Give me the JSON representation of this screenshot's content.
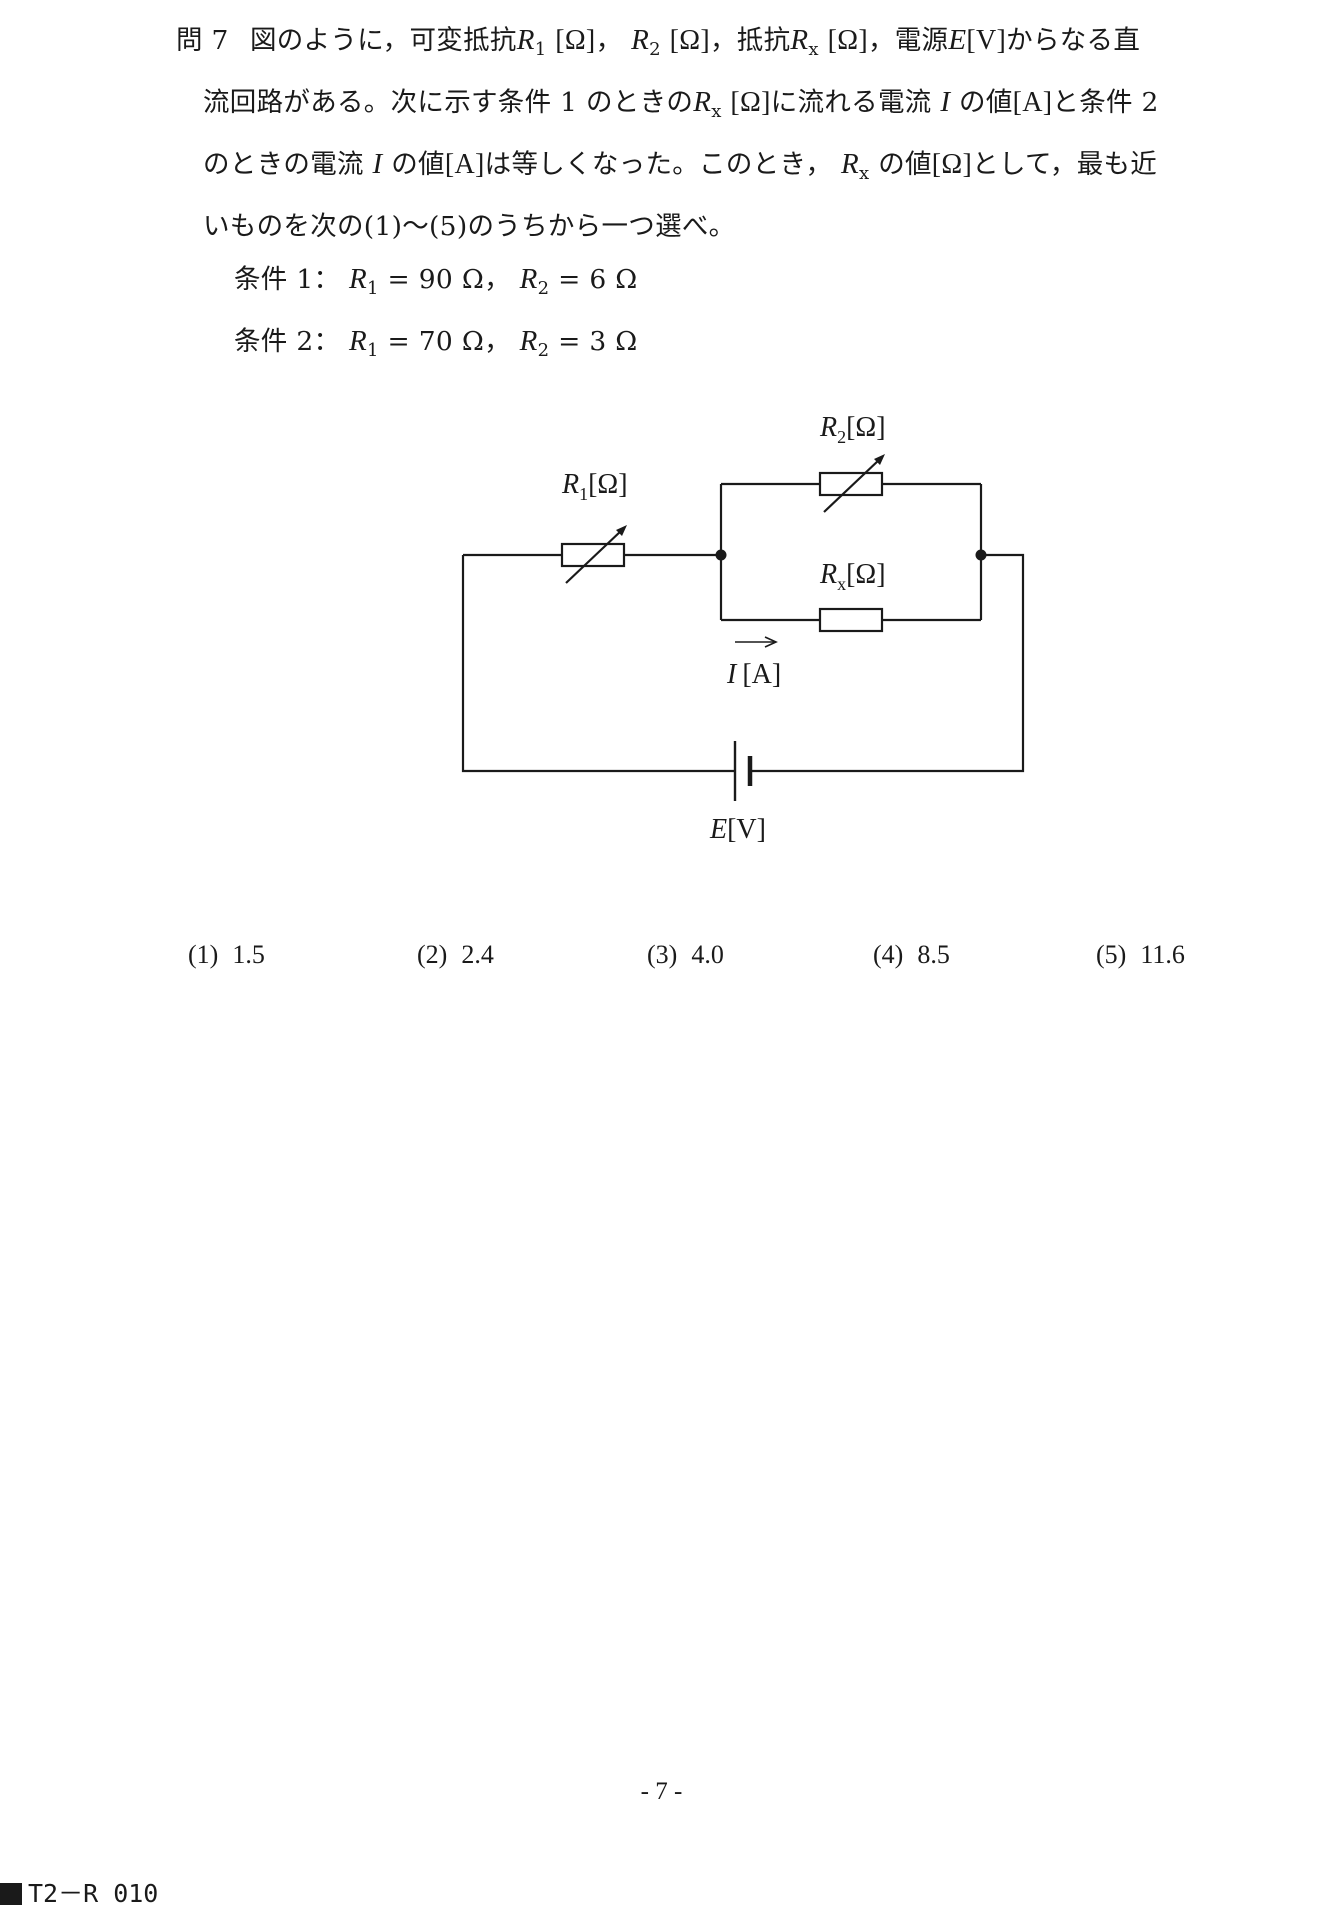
{
  "question": {
    "number": "問 7",
    "line1_a": "図のように，可変抵抗",
    "line1_b": "，",
    "line1_c": "，抵抗",
    "line1_d": "，電源",
    "line1_e": "からなる直",
    "line2_a": "流回路がある。次に示す条件 1 のときの",
    "line2_b": "に流れる電流",
    "line2_c": "の値",
    "line2_d": "と条件 2",
    "line3_a": "のときの電流",
    "line3_b": "の値",
    "line3_c": "は等しくなった。このとき，",
    "line3_d": "の値",
    "line3_e": "として，最も近",
    "line4": "いものを次の(1)～(5)のうちから一つ選べ。",
    "cond1_label": "条件 1：",
    "cond1_r1": "= 90 Ω，",
    "cond1_r2": "= 6 Ω",
    "cond2_label": "条件 2：",
    "cond2_r1": "= 70 Ω，",
    "cond2_r2": "= 3 Ω"
  },
  "symbols": {
    "R": "R",
    "sub1": "1",
    "sub2": "2",
    "subx": "x",
    "E": "E",
    "I": "I",
    "ohm_unit": "[Ω]",
    "volt_unit": "[V]",
    "amp_unit": "[A]"
  },
  "circuit": {
    "r1_label": "R",
    "r1_sub": "1",
    "r1_unit": "[Ω]",
    "r2_label": "R",
    "r2_sub": "2",
    "r2_unit": "[Ω]",
    "rx_label": "R",
    "rx_sub": "x",
    "rx_unit": "[Ω]",
    "current_label": "I",
    "current_unit": "[A]",
    "source_label": "E",
    "source_unit": "[V]"
  },
  "choices": [
    {
      "num": "(1)",
      "value": "1.5"
    },
    {
      "num": "(2)",
      "value": "2.4"
    },
    {
      "num": "(3)",
      "value": "4.0"
    },
    {
      "num": "(4)",
      "value": "8.5"
    },
    {
      "num": "(5)",
      "value": "11.6"
    }
  ],
  "page_number": "- 7 -",
  "footer_code": "T2－R 010"
}
